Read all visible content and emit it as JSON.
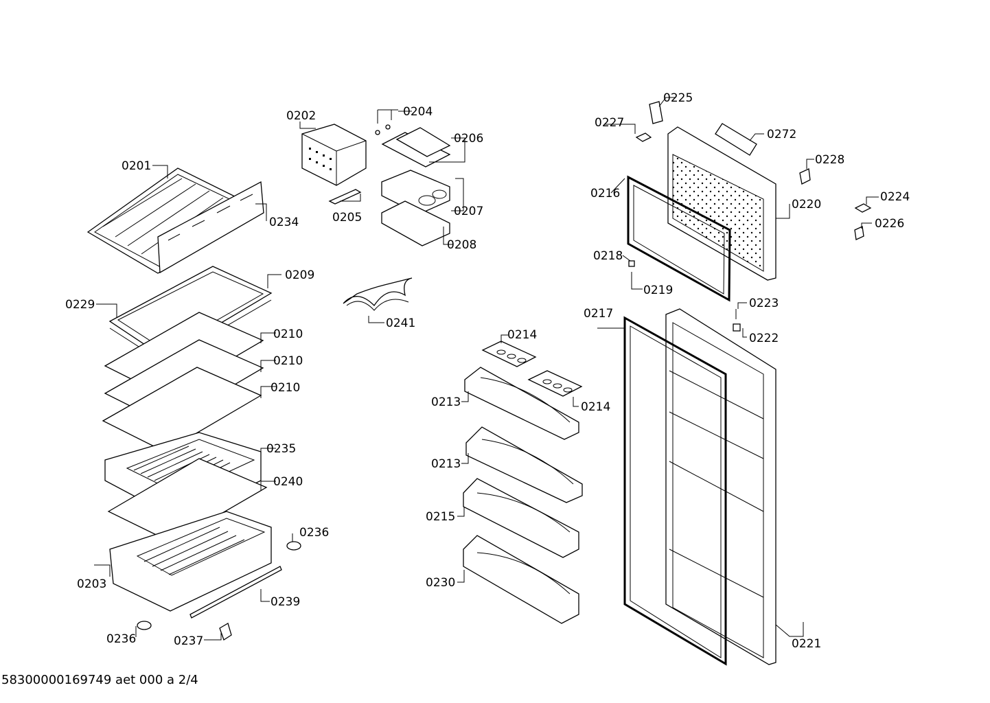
{
  "footer_text": "58300000169749 aet 000 a 2/4",
  "labels": {
    "p0201": "0201",
    "p0202": "0202",
    "p0203": "0203",
    "p0204": "0204",
    "p0205": "0205",
    "p0206": "0206",
    "p0207": "0207",
    "p0208": "0208",
    "p0209": "0209",
    "p0210a": "0210",
    "p0210b": "0210",
    "p0210c": "0210",
    "p0213a": "0213",
    "p0213b": "0213",
    "p0214a": "0214",
    "p0214b": "0214",
    "p0215": "0215",
    "p0216": "0216",
    "p0217": "0217",
    "p0218": "0218",
    "p0219": "0219",
    "p0220": "0220",
    "p0221": "0221",
    "p0222": "0222",
    "p0223": "0223",
    "p0224": "0224",
    "p0225": "0225",
    "p0226": "0226",
    "p0227": "0227",
    "p0228": "0228",
    "p0229": "0229",
    "p0230": "0230",
    "p0234": "0234",
    "p0235": "0235",
    "p0236a": "0236",
    "p0236b": "0236",
    "p0237": "0237",
    "p0239": "0239",
    "p0240": "0240",
    "p0241": "0241",
    "p0272": "0272"
  }
}
